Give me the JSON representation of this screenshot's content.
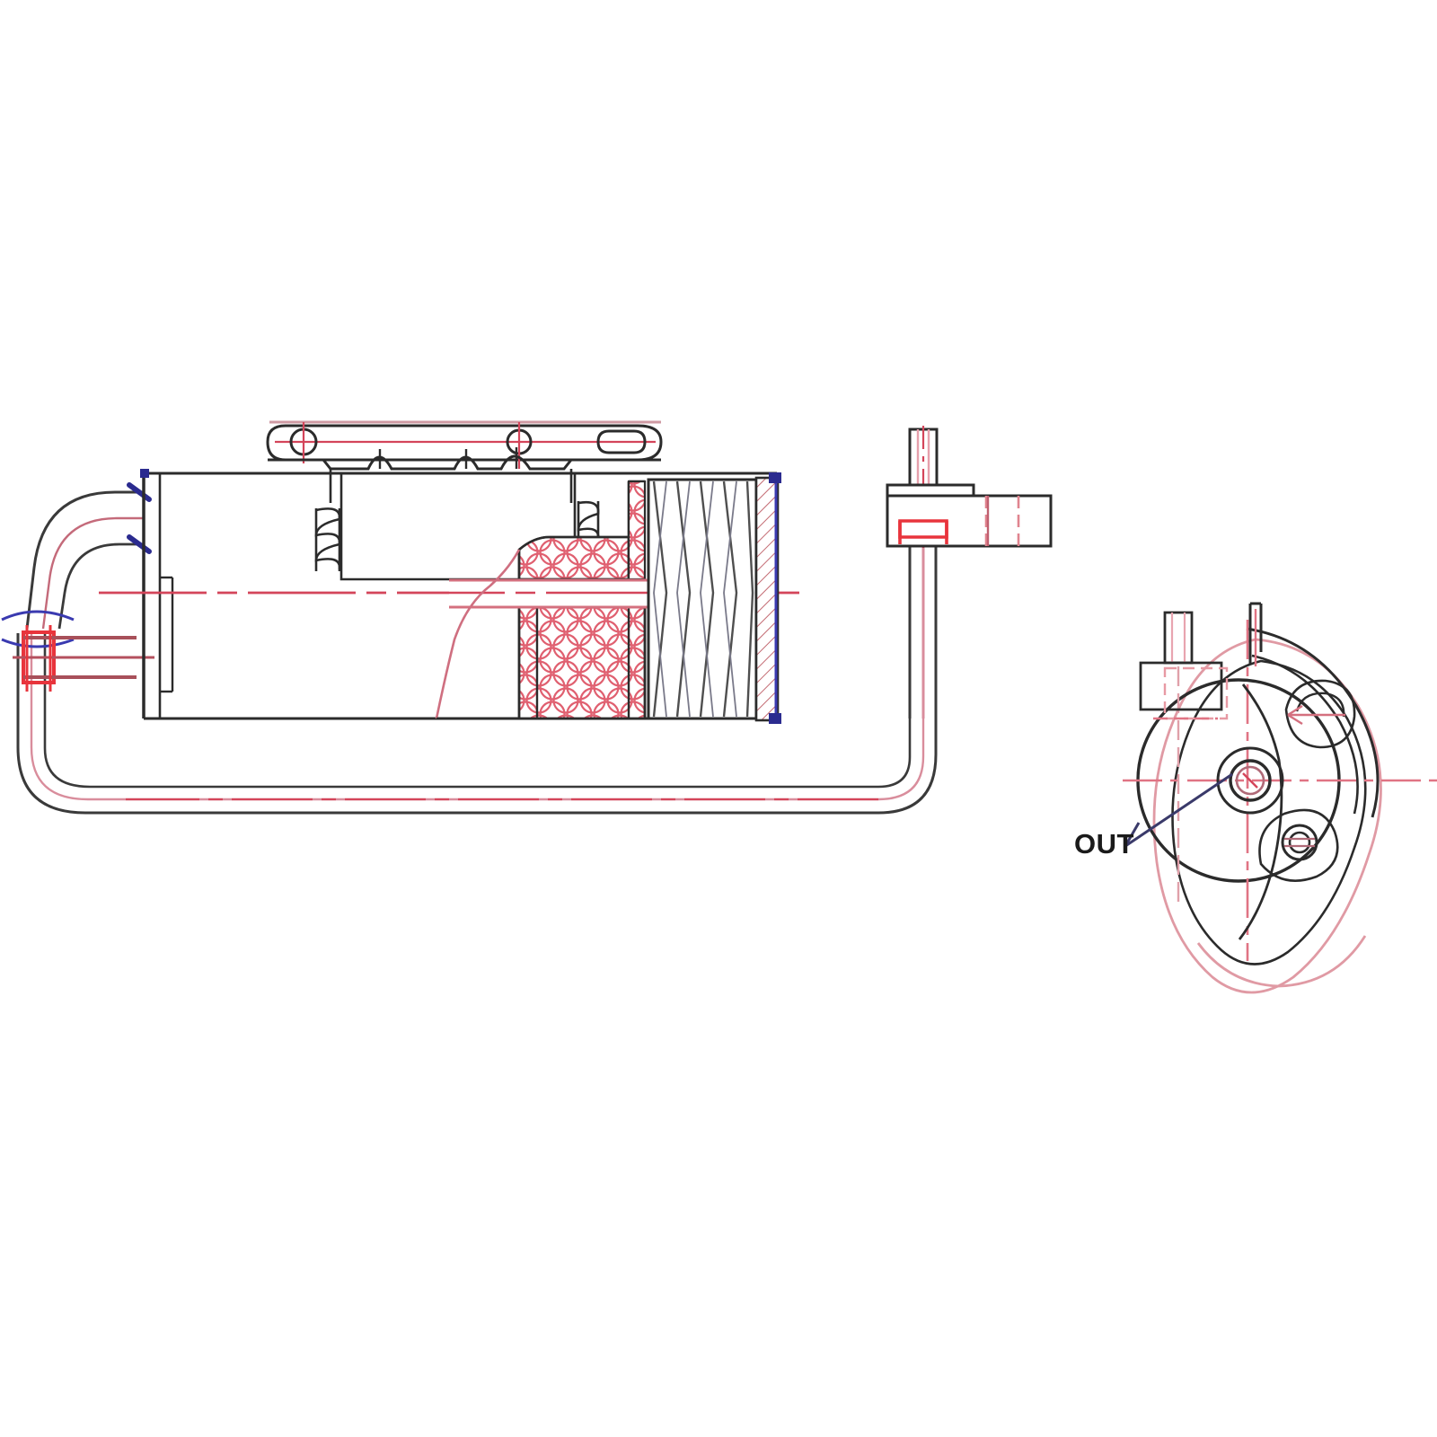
{
  "document": {
    "type": "engineering-cross-section-drawing",
    "subject": "A/C accumulator / receiver-drier assembly with inlet-outlet tube routing",
    "background_color": "#ffffff"
  },
  "colors": {
    "outline": "#2b2b2b",
    "section_red": "#e8343c",
    "centerline_red": "#d4455a",
    "hidden_pink": "#f0a0ab",
    "accent_blue": "#2b2b8f",
    "hatch_red": "#e06070",
    "tube_gray": "#4a4a4a",
    "label_black": "#1a1a1a"
  },
  "labels": {
    "out": "OUT"
  },
  "views": {
    "section_view": {
      "name": "longitudinal-section-view",
      "components": [
        {
          "name": "canister-body",
          "description": "main cylindrical housing shown in section"
        },
        {
          "name": "mounting-strap",
          "description": "bracket strap above canister with hole and slot"
        },
        {
          "name": "strap-hole-circular",
          "description": "round fastener hole at left of strap"
        },
        {
          "name": "strap-slot-oval",
          "description": "oblong slot at right of strap"
        },
        {
          "name": "strap-bump-left",
          "description": "formed dimple in strap"
        },
        {
          "name": "strap-bump-mid",
          "description": "formed dimple in strap"
        },
        {
          "name": "strap-bump-right",
          "description": "formed dimple in strap"
        },
        {
          "name": "coil-spring-left",
          "description": "small coiled spring element"
        },
        {
          "name": "coil-spring-right",
          "description": "small coiled spring element"
        },
        {
          "name": "desiccant-bag-upper",
          "description": "honeycomb hatched desiccant region, upper"
        },
        {
          "name": "desiccant-bag-lower",
          "description": "honeycomb hatched desiccant region, lower"
        },
        {
          "name": "filter-element",
          "description": "pleated filter pack with vertical pleat lines"
        },
        {
          "name": "end-cap-right",
          "description": "diagonally hatched end cap at right"
        },
        {
          "name": "inlet-port-left",
          "description": "red section port at left of canister"
        },
        {
          "name": "pickup-tube",
          "description": "internal pickup tube along centerline"
        },
        {
          "name": "centerline-horizontal",
          "description": "dash-dot axis centerline"
        },
        {
          "name": "tube-upper-return",
          "description": "upper curved tube leaving left end"
        },
        {
          "name": "tube-lower-loop",
          "description": "long lower loop tube running right"
        },
        {
          "name": "tube-riser-right",
          "description": "vertical riser tube at right of section"
        }
      ]
    },
    "fitting_view": {
      "name": "block-fitting-detail",
      "components": [
        {
          "name": "fitting-stud",
          "description": "vertical stud on top of block fitting"
        },
        {
          "name": "fitting-block",
          "description": "rectangular manifold block body"
        },
        {
          "name": "fitting-bore-hidden",
          "description": "hidden bore lines through block"
        }
      ]
    },
    "end_view": {
      "name": "end-elevation-view",
      "components": [
        {
          "name": "canister-outer-circle",
          "description": "large outer circle of canister end"
        },
        {
          "name": "mounting-bracket-outline",
          "description": "irregular bracket outline behind circle"
        },
        {
          "name": "center-boss",
          "description": "central threaded boss"
        },
        {
          "name": "secondary-boss",
          "description": "smaller lower-right boss"
        },
        {
          "name": "port-stud-top-left",
          "description": "vertical port stud at top-left"
        },
        {
          "name": "port-stub-top-right",
          "description": "small stub at top-right"
        },
        {
          "name": "centerline-horizontal",
          "description": "horizontal dash-dot centerline"
        },
        {
          "name": "centerline-vertical",
          "description": "vertical dash-dot centerline"
        },
        {
          "name": "out-leader-line",
          "description": "leader line from OUT label to center boss"
        }
      ]
    }
  }
}
